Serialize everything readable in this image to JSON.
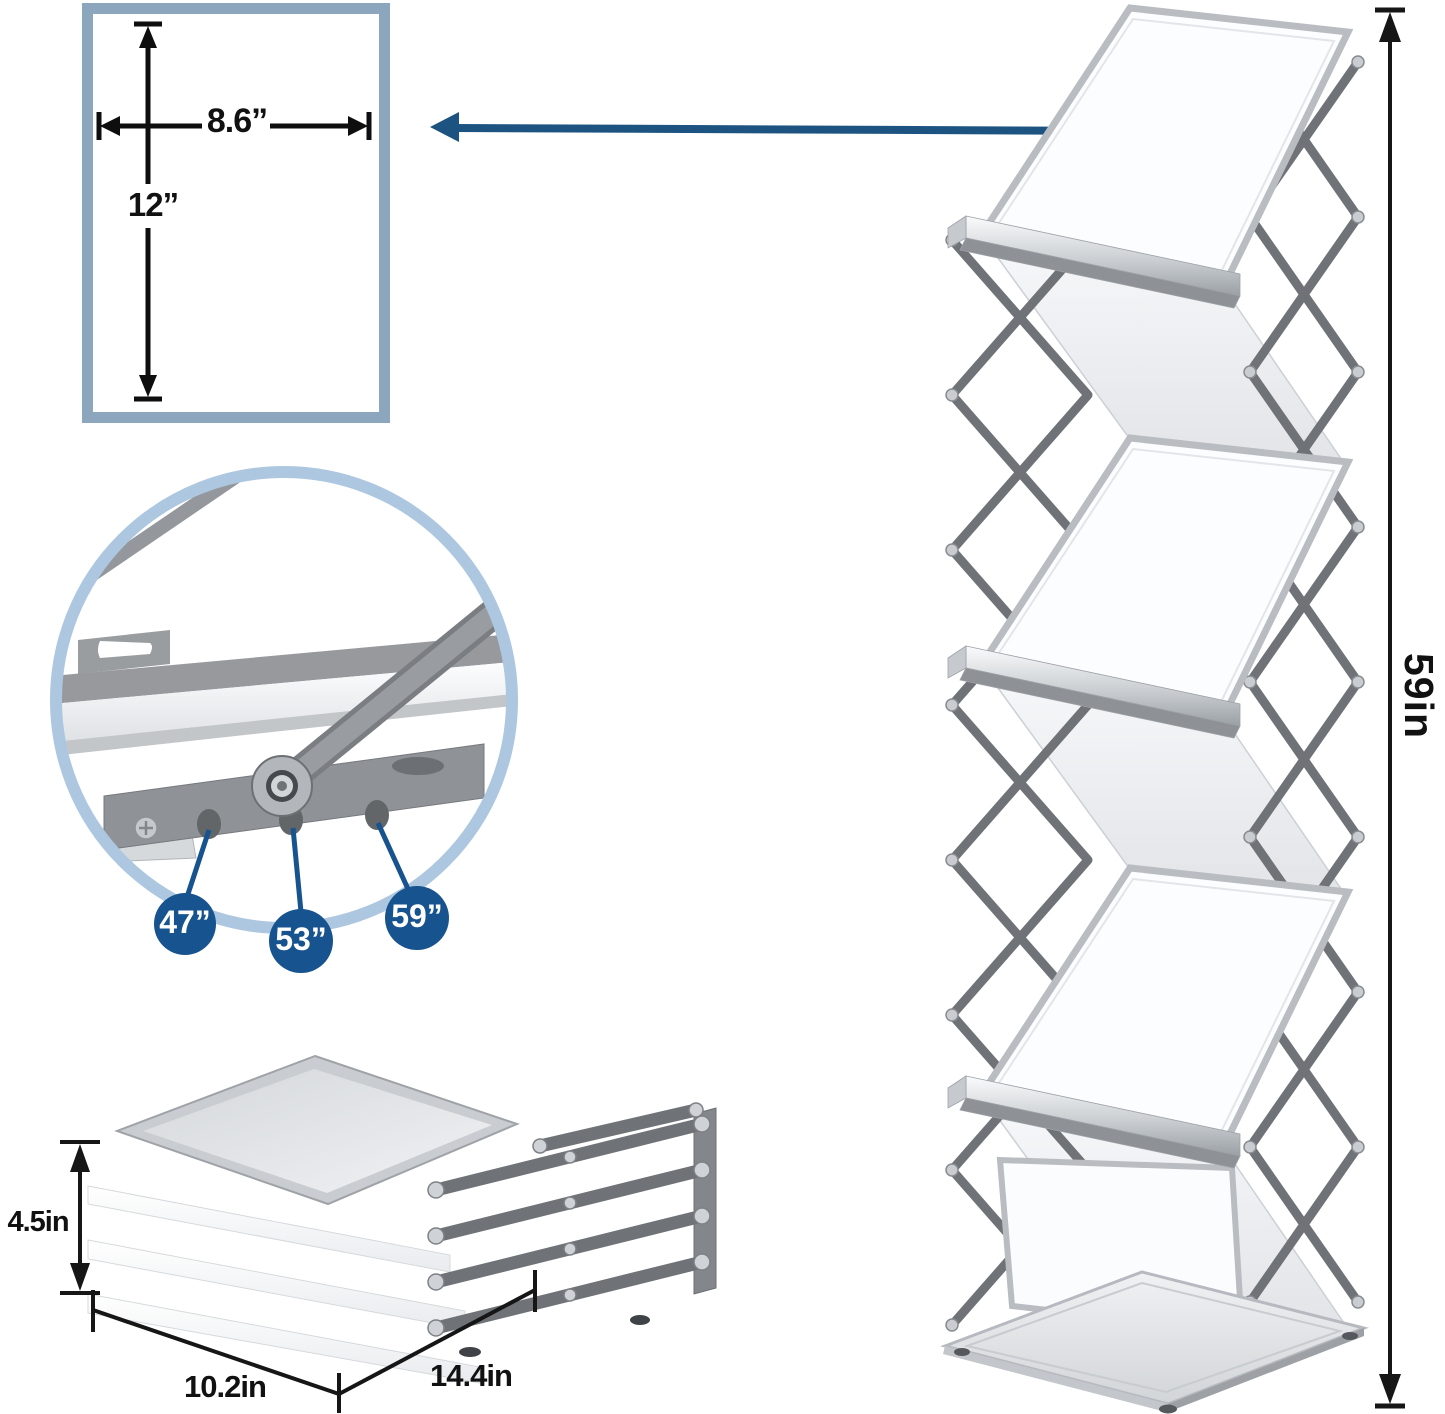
{
  "title": "Folding brochure display stand dimensions infographic",
  "colors": {
    "navy": "#1c5380",
    "circle_blue": "#17538e",
    "ring_blue": "#aec7e0",
    "box_border": "#8ba6bd",
    "dim": "#111111"
  },
  "icons": {
    "pointer_arrow": "left-arrow",
    "dimension_arrows": "double-headed-arrow"
  },
  "brochure_size_box": {
    "width_label": "8.6”",
    "height_label": "12”"
  },
  "height_adjust_detail": {
    "positions": [
      "47”",
      "53”",
      "59”"
    ]
  },
  "expanded_stand": {
    "height_label": "59in"
  },
  "folded_stand": {
    "height_label": "4.5in",
    "depth_label": "10.2in",
    "width_label": "14.4in"
  }
}
